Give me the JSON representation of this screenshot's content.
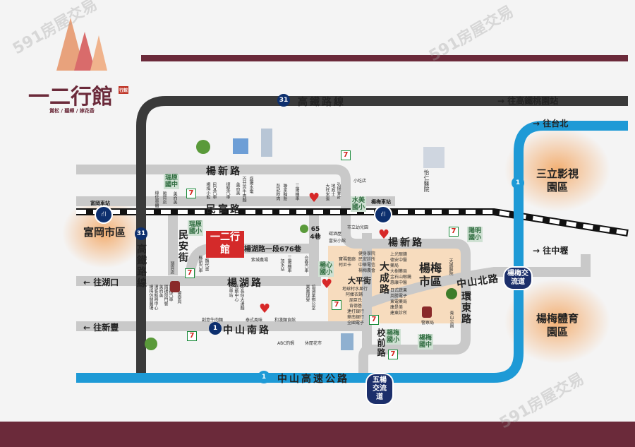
{
  "brand": {
    "name": "一二行館",
    "tagline": "賞松 / 聽蟬 / 嫁花香",
    "stamp": "行館"
  },
  "watermark": "591房屋交易",
  "highways": {
    "hsr_line": "高鐵路線",
    "hsr_route": "31",
    "to_hsr_station": "往高鐵桃園站",
    "hsr_road_vertical": "高鐵路線",
    "freeway": "中山高速公路",
    "freeway_route": "1"
  },
  "directions": {
    "north": "往台北",
    "zhongli": "往中壢",
    "hukou": "往湖口",
    "xinfeng": "往新豐"
  },
  "interchanges": {
    "yangmei": "楊梅交流道",
    "wuyang": "五楊交流道"
  },
  "stations": {
    "fugang": "富岡車站",
    "yangmei": "楊梅車站"
  },
  "roads": {
    "yangxin_west": "楊新路",
    "minfu": "民富路",
    "minan": "民安街",
    "lane676": "楊湖路一段676巷",
    "lane654": "654巷",
    "yanghu": "楊湖路",
    "zhongshan_s": "中山南路",
    "zhongshan_s_route": "1",
    "yangxin_east": "楊新路",
    "dacheng": "大成路",
    "taiping": "大平街",
    "zhongshan_n": "中山北路",
    "huandong": "環東路",
    "xiaoqian": "校前路"
  },
  "districts": {
    "sanli": "三立影視園區",
    "fugang": "富岡市區",
    "yangmei": "楊梅市區",
    "sports": "楊梅體育園區"
  },
  "schools": [
    "瑞原國中",
    "水美國小",
    "瑞原國小",
    "陽明國小",
    "楊心國小",
    "楊梅國小",
    "楊梅國中"
  ],
  "pois": {
    "row1": [
      "綠侯車體",
      "雅賀店",
      "美而美",
      "楊梅小館",
      "民宜汽車",
      "捷聖汽車",
      "美而美",
      "百分百牛肉麵",
      "盛陽水電",
      "彭記粉肉",
      "聯家輪胎",
      "三陽機車",
      "大旺米蛋",
      "地政士",
      "弘揚會計"
    ],
    "xiaochi": "小吃店",
    "row2": [
      "頭資店",
      "縣新汽車",
      "魏代書",
      "紫城農場",
      "加水站",
      "三陽機車",
      "合春汽車"
    ],
    "yangmei_west": [
      "碳酒屋",
      "富安小館",
      "市立幼兒園"
    ],
    "row3": [
      "楊梅休閒農場",
      "湯客飯務中心",
      "美而美",
      "國揚部門餐",
      "誠揚汽車",
      "警察局",
      "公車站",
      "活動中心",
      "鄰長伯大湯麵",
      "業嘉理髮",
      "協湖業辦公室"
    ],
    "row4": [
      "創意牛肉麵",
      "泰式風味",
      "和漢麵食館",
      "ABC釣蝦",
      "休閒花市"
    ],
    "town_a": [
      "健身學院",
      "民安診所",
      "中華電信",
      "楊梅農會",
      "寶瑪藝廊",
      "柯尼卡"
    ],
    "town_b": [
      "地球村水果行",
      "阿嬤衣鋪",
      "屈臣氏",
      "肯德基",
      "連打銀行",
      "華南銀行",
      "全國電子"
    ],
    "town_c": [
      "上光眼鏡",
      "德安中醫",
      "藥局",
      "大樹藥局",
      "金石山眼鏡",
      "惠康中醫",
      "日式蔬果",
      "英勝電子",
      "東電藥局",
      "康是美",
      "建東診所"
    ],
    "tianchen": "天晟醫院",
    "qingshan": "青山公園",
    "police": "警察局",
    "hospital": "怡仁醫院"
  },
  "colors": {
    "maroon": "#6b2a3a",
    "freeway": "#1e9ad6",
    "hsr": "#3a3a3a",
    "road": "#c9c9c9",
    "glow": "#f3b27a"
  }
}
